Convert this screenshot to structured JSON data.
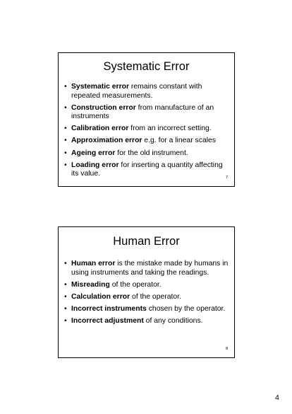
{
  "slides": [
    {
      "title": "Systematic Error",
      "slide_number": "7",
      "bullets": [
        {
          "term": "Systematic error",
          "text": " remains constant with repeated measurements."
        },
        {
          "term": "Construction error",
          "text": " from manufacture of an instruments"
        },
        {
          "term": "Calibration error",
          "text": " from an incorrect setting."
        },
        {
          "term": "Approximation error",
          "text": " e.g. for a linear scales"
        },
        {
          "term": "Ageing error",
          "text": " for the old instrument."
        },
        {
          "term": "Loading error",
          "text": " for inserting a quantity affecting its value."
        }
      ]
    },
    {
      "title": "Human Error",
      "slide_number": "8",
      "bullets": [
        {
          "term": "Human error",
          "text": " is the mistake made by humans in using instruments and taking the readings."
        },
        {
          "term": "Misreading",
          "text": " of the operator."
        },
        {
          "term": "Calculation error",
          "text": " of the operator."
        },
        {
          "term": "Incorrect instruments",
          "text": " chosen by the operator."
        },
        {
          "term": "Incorrect adjustment",
          "text": " of any conditions."
        }
      ]
    }
  ],
  "bullet_symbol": "•",
  "page_number": "4"
}
